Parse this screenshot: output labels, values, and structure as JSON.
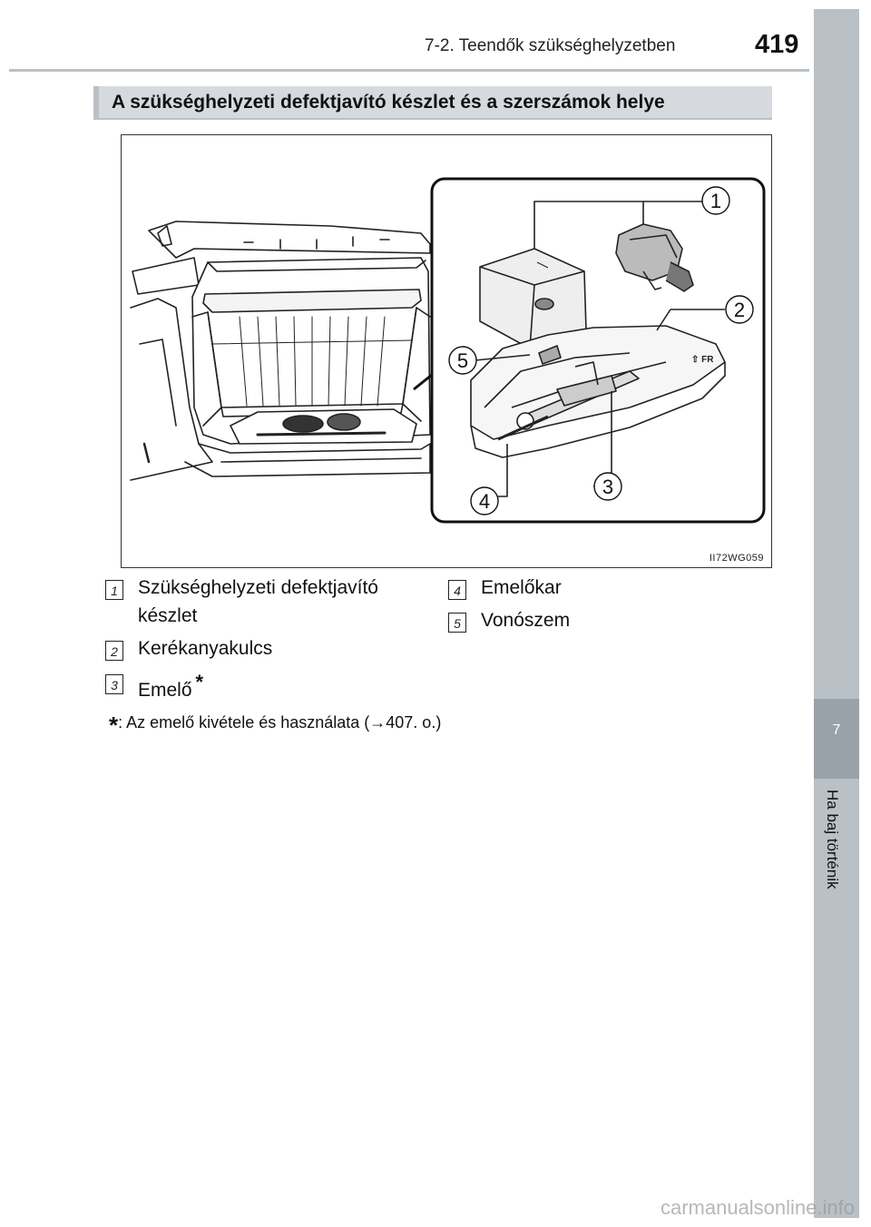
{
  "header": {
    "section": "7-2. Teendők szükséghelyzetben",
    "page_number": "419"
  },
  "side_tab": {
    "chapter": "7",
    "title": "Ha baj történik"
  },
  "section_title": "A szükséghelyzeti defektjavító készlet és a szerszámok helye",
  "figure": {
    "code": "II72WG059",
    "callouts": [
      "1",
      "2",
      "3",
      "4",
      "5"
    ],
    "orientation_mark": "FR"
  },
  "legend": [
    {
      "num": "1",
      "line1": "Szükséghelyzeti defektjavító",
      "line2": "készlet"
    },
    {
      "num": "2",
      "line1": "Kerékanyakulcs"
    },
    {
      "num": "3",
      "line1": "Emelő",
      "star": "*"
    },
    {
      "num": "4",
      "line1": "Emelőkar"
    },
    {
      "num": "5",
      "line1": "Vonószem"
    }
  ],
  "footnote": {
    "star": "*",
    "text": ": Az emelő kivétele és használata (→407. o.)"
  },
  "watermark": "carmanualsonline.info"
}
